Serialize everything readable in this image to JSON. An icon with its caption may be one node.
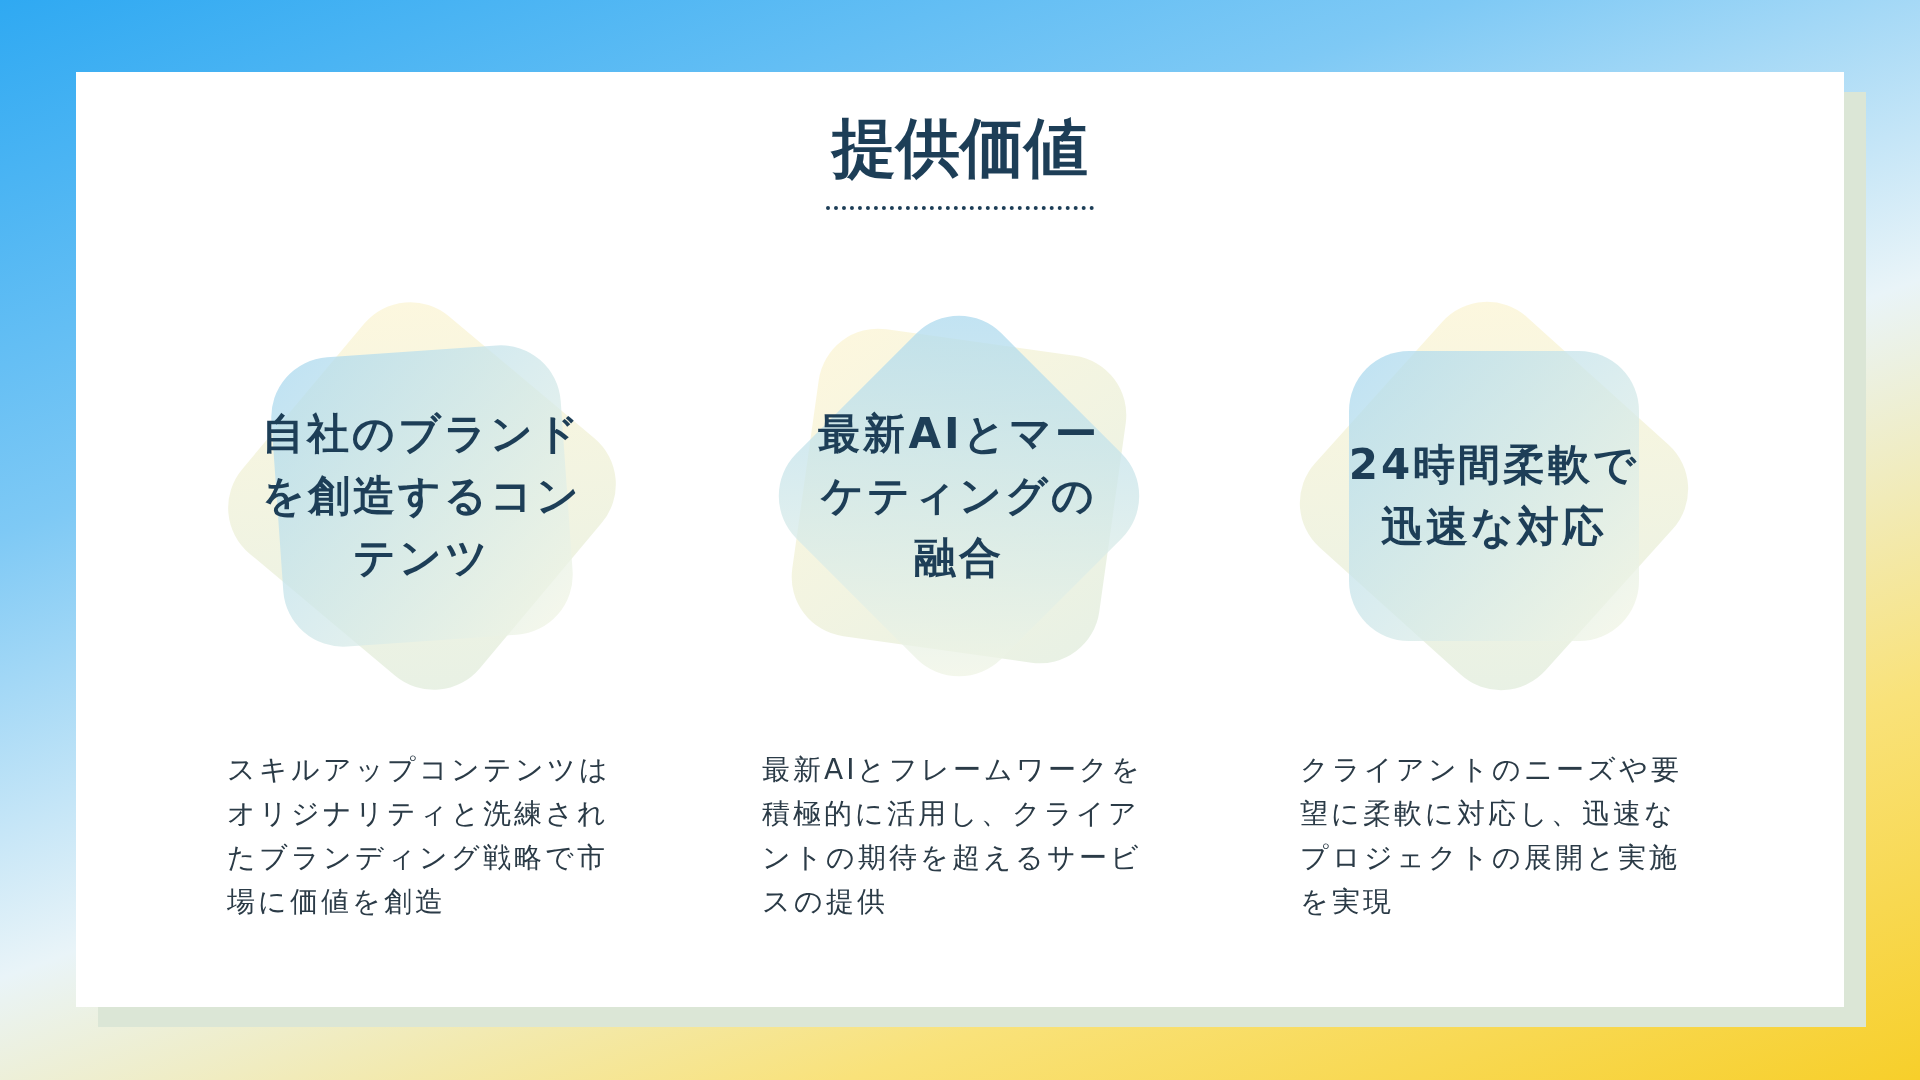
{
  "diagram": {
    "title": "提供価値",
    "nodes": [
      {
        "text": [
          "自社のブランドを創造するコンテンツ"
        ],
        "beside": [
          "スキルアップコンテンツはオリジナリティと洗練されたブランディング戦略で市場に価値を創造"
        ]
      },
      {
        "text": [
          "最新AIとマーケティングの融合"
        ],
        "beside": [
          "最新AIとフレームワークを積極的に活用し、クライアントの期待を超えるサービスの提供"
        ]
      },
      {
        "text": [
          "24時間柔軟で迅速な対応"
        ],
        "beside": [
          "クライアントのニーズや要望に柔軟に対応し、迅速なプロジェクトの展開と実施を実現"
        ]
      }
    ],
    "edges": []
  }
}
